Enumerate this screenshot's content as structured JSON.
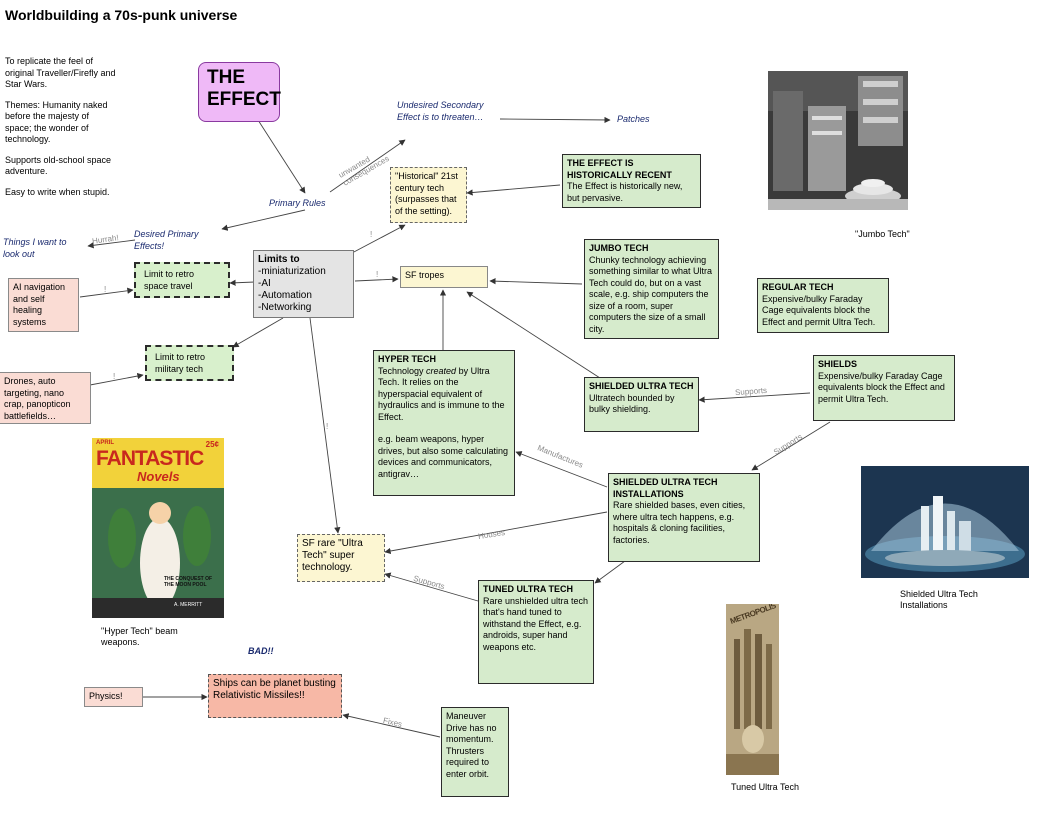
{
  "title": "Worldbuilding a 70s-punk universe",
  "intro": {
    "p1": "To replicate the feel of original Traveller/Firefly and Star Wars.",
    "p2": "Themes:  Humanity naked before the majesty of space; the wonder of technology.",
    "p3": "Supports old-school space adventure.",
    "p4": "Easy to write when stupid."
  },
  "effect_box": "THE EFFECT",
  "labels": {
    "undesired": "Undesired Secondary Effect is to threaten…",
    "patches": "Patches",
    "primary_rules": "Primary Rules",
    "desired": "Desired Primary Effects!",
    "things": "Things I want to look out",
    "bad": "BAD!!"
  },
  "edge_labels": {
    "unwanted": "unwanted consequences",
    "hurrah": "Hurrah!",
    "supports1": "Supports",
    "supports2": "Supports",
    "supports3": "Supports",
    "manufactures": "Manufactures",
    "houses": "Houses",
    "fixes": "Fixes",
    "bang1": "!",
    "bang2": "!",
    "bang3": "!",
    "bang4": "!",
    "bang5": "!"
  },
  "boxes": {
    "historical": "\"Historical\" 21st century tech (surpasses that of the setting).",
    "recent_title": "THE EFFECT IS HISTORICALLY RECENT",
    "recent_body": "The Effect is historically new, but pervasive.",
    "limits_title": "Limits to",
    "limits_body": "-miniaturization\n-AI\n-Automation\n-Networking",
    "sf_tropes": "SF tropes",
    "jumbo_title": "JUMBO TECH",
    "jumbo_body": "Chunky technology achieving something similar to what Ultra Tech could do, but on a vast scale, e.g. ship computers the size of a room, super computers the size of a small city.",
    "regular_title": "REGULAR TECH",
    "regular_body": "Expensive/bulky Faraday Cage equivalents block the Effect and permit Ultra Tech.",
    "shields_title": "SHIELDS",
    "shields_body": "Expensive/bulky Faraday Cage equivalents block the Effect and permit Ultra Tech.",
    "ai_nav": "AI navigation and self healing systems",
    "limit_space": "Limit to retro space travel",
    "limit_military": "Limit to retro military tech",
    "drones": "Drones, auto targeting, nano crap, panopticon battlefields…",
    "hyper_title": "HYPER TECH",
    "hyper_body_pre": "Technology ",
    "hyper_body_em": "created",
    "hyper_body_post": " by Ultra Tech. It relies on the hyperspacial equivalent of hydraulics and is immune to the Effect.",
    "hyper_body2": "e.g. beam weapons, hyper drives, but also some calculating devices and communicators, antigrav…",
    "shielded_title": "SHIELDED ULTRA TECH",
    "shielded_body": "Ultratech bounded by bulky shielding.",
    "install_title": "SHIELDED ULTRA TECH INSTALLATIONS",
    "install_body": "Rare shielded bases, even cities, where ultra tech happens, e.g. hospitals & cloning facilities, factories.",
    "sf_rare": "SF rare \"Ultra Tech\" super technology.",
    "tuned_title": "TUNED ULTRA TECH",
    "tuned_body": "Rare unshielded ultra tech that's hand tuned to withstand the Effect, e.g. androids, super hand weapons etc.",
    "physics": "Physics!",
    "ships": "Ships can be planet busting Relativistic Missiles!!",
    "maneuver": "Maneuver Drive has no momentum. Thrusters required to enter orbit."
  },
  "captions": {
    "jumbo": "\"Jumbo Tech\"",
    "hyper": "\"Hyper Tech\" beam weapons.",
    "installations": "Shielded Ultra Tech Installations",
    "tuned": "Tuned Ultra Tech"
  },
  "magazine": {
    "month": "APRIL",
    "price": "25¢",
    "title1": "FANTASTIC",
    "title2": "Novels",
    "story": "THE CONQUEST OF THE MOON POOL",
    "author": "A. MERRITT"
  },
  "poster": {
    "title": "METROPOLIS"
  },
  "colors": {
    "green_box": "#d6ebcc",
    "yellow_box": "#fcf6d2",
    "pink_box": "#fadcd4",
    "salmon_box": "#f7b8a6",
    "purple_box": "#efb9f7",
    "grey_box": "#e4e4e4",
    "italic_text": "#1a2a6e",
    "edge_label": "#8a8a8a"
  }
}
